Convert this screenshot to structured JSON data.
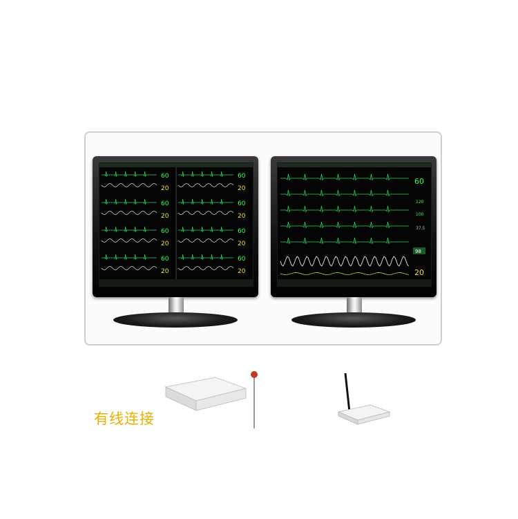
{
  "caption": {
    "wired_connection": "有线连接"
  },
  "left_screen": {
    "hr_readings": [
      "60",
      "60",
      "60",
      "60",
      "60",
      "60",
      "60",
      "60"
    ],
    "rr_readings": [
      "20",
      "20",
      "20",
      "20",
      "20",
      "20",
      "20",
      "20"
    ]
  },
  "right_screen": {
    "hr_reading": "60",
    "rr_reading": "20",
    "side_values": [
      "120",
      "100",
      "37.5",
      "98"
    ]
  },
  "colors": {
    "ecg_trace": "#2fd35a",
    "resp_trace": "#e8e8e8",
    "hr_value": "#3cff5a",
    "rr_value": "#f0e040",
    "caption_text": "#e8b100"
  },
  "icons": [
    "desktop-monitor-icon",
    "router-icon",
    "antenna-icon"
  ]
}
